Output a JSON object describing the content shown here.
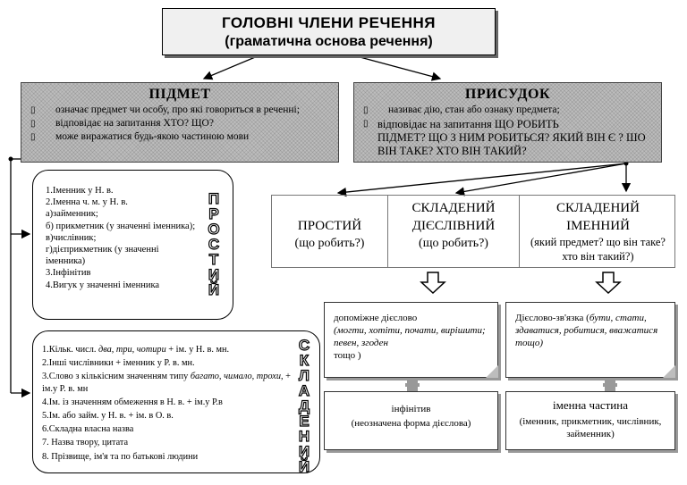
{
  "title": {
    "line1": "ГОЛОВНІ ЧЛЕНИ РЕЧЕННЯ",
    "line2": "(граматична основа речення)"
  },
  "subject": {
    "heading": "ПІДМЕТ",
    "bullet_icon": "square-bullet-icon",
    "items": [
      "означає предмет чи особу, про які говориться в реченні;",
      "відповідає на запитання  ХТО? ЩО?",
      "може виражатися будь-якою частиною мови"
    ]
  },
  "predicate": {
    "heading": "ПРИСУДОК",
    "item1": "називає дію, стан або ознаку предмета;",
    "item2": "відповідає на запитання  ЩО РОБИТЬ",
    "item2_cont": "ПІДМЕТ?  ЩО З НИМ РОБИТЬСЯ?  ЯКИЙ ВІН Є ? ШО ВІН ТАКЕ? ХТО ВІН ТАКИЙ?"
  },
  "simple_subject": {
    "label": "ПРОСТИЙ",
    "items": [
      "1.Іменник у Н. в.",
      "2.Іменна ч. м. у Н. в.",
      "а)займенник;",
      "б)      прикметник (у значенні іменника);",
      "в)числівник;",
      "г)дієприкметник (у значенні іменника)",
      "3.Інфінітив",
      "4.Вигук у значенні іменника"
    ]
  },
  "compound_subject": {
    "label": "СКЛАДЕНИЙ",
    "items": [
      {
        "pre": "1.Кільк. числ. ",
        "it": "два, три, чотири",
        "post": " + ім. у Н. в. мн."
      },
      {
        "pre": "2.Інші числівники + іменник у Р. в. мн.",
        "it": "",
        "post": ""
      },
      {
        "pre": "3.Слово з кількісним значенням типу ",
        "it": "багато, чимало, трохи",
        "post": ", + ім.у Р. в. мн"
      },
      {
        "pre": "4.Ім. із значенням обмеження в Н. в. + ім.у Р.в",
        "it": "",
        "post": ""
      },
      {
        "pre": "5.Ім. або займ. у Н. в. + ім. в О. в.",
        "it": "",
        "post": ""
      },
      {
        "pre": "6.Складна власна назва",
        "it": "",
        "post": ""
      },
      {
        "pre": "7. Назва твору, цитата",
        "it": "",
        "post": ""
      },
      {
        "pre": "8. Прізвище, ім'я та по батькові людини",
        "it": "",
        "post": ""
      }
    ]
  },
  "predicate_types": [
    {
      "name": "ПРОСТИЙ",
      "question": "(що робить?)"
    },
    {
      "name_line1": "СКЛАДЕНИЙ",
      "name_line2": "ДІЄСЛІВНИЙ",
      "question": "(що робить?)"
    },
    {
      "name_line1": "СКЛАДЕНИЙ",
      "name_line2": "ІМЕННИЙ",
      "question": "(який предмет? що він таке? хто він такий?)"
    }
  ],
  "verbal_aux": {
    "pre": "допоміжне дієслово",
    "it": "(могти, хотіти, почати, вирішити; певен, згоден",
    "post": "тощо )"
  },
  "verbal_main": {
    "line1": "інфінітив",
    "line2": "(неозначена форма дієслова)"
  },
  "nominal_link": {
    "pre": "Дієслово-зв'язка (",
    "it": "бути, стати, здаватися, робитися, вважатися",
    "post": "тощо)"
  },
  "nominal_main": {
    "line1": "іменна частина",
    "line2": "(іменник,   прикметник, числівник, займенник)"
  }
}
